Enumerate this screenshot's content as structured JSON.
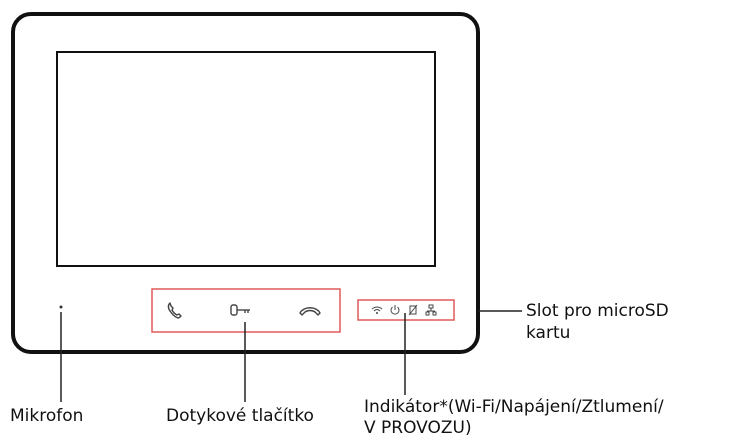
{
  "labels": {
    "microphone": "Mikrofon",
    "touch_button": "Dotykové tlačítko",
    "indicator_line1": "Indikátor*(Wi-Fi/Napájení/Ztlumení/",
    "indicator_line2": "V PROVOZU)",
    "sd_slot_line1": "Slot pro microSD",
    "sd_slot_line2": "kartu"
  },
  "icons": {
    "touch_buttons": [
      "phone-call-icon",
      "key-unlock-icon",
      "hang-up-icon"
    ],
    "indicators": [
      "wifi-icon",
      "power-icon",
      "mute-icon",
      "network-icon"
    ]
  },
  "colors": {
    "highlight": "#e05a5a",
    "outline": "#111111"
  }
}
